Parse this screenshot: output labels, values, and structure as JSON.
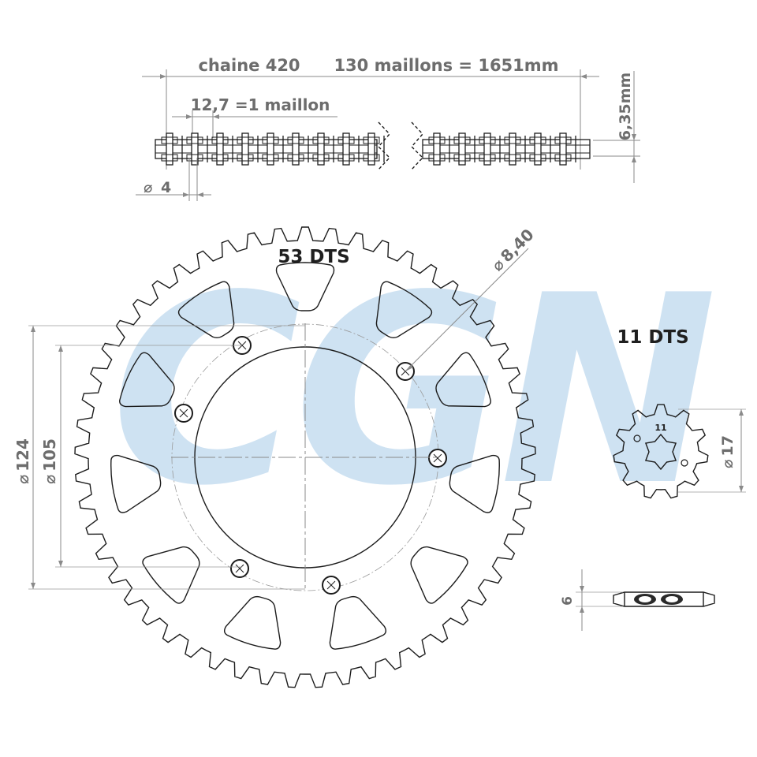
{
  "watermark": {
    "text": "CGN",
    "color": "#c9dff1"
  },
  "chain": {
    "type_label": "chaine 420",
    "length_label": "130 maillons = 1651mm",
    "pitch_label": "12,7 =1 maillon",
    "height_label": "6,35mm",
    "pin_label": "4"
  },
  "sprocket_large": {
    "teeth_label": "53 DTS",
    "teeth": 53,
    "hole_label": "8,40",
    "diameter_outer_label": "124",
    "diameter_inner_label": "105"
  },
  "sprocket_small": {
    "teeth_label": "11 DTS",
    "teeth": 11,
    "center_label": "11",
    "diameter_label": "17",
    "thickness_label": "6"
  },
  "symbols": {
    "diameter": "⌀"
  },
  "colors": {
    "line": "#1c1c1c",
    "dimension": "#8a8a8a",
    "text": "#6d6d6d",
    "title": "#1f1f1f"
  }
}
